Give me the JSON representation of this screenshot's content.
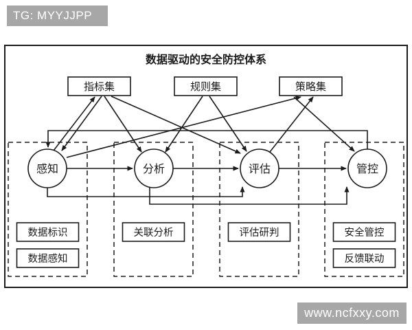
{
  "colors": {
    "ink": "#1a1a1a",
    "badge_bg": "#a7a7a7",
    "badge_text": "#ffffff",
    "paper": "#ffffff"
  },
  "watermark_top": {
    "text": "TG: MYYJJPP"
  },
  "watermark_bottom": {
    "text": "www.ncfxxy.com"
  },
  "diagram": {
    "title": "数据驱动的安全防控体系",
    "sets": [
      {
        "label": "指标集"
      },
      {
        "label": "规则集"
      },
      {
        "label": "策略集"
      }
    ],
    "stages": [
      {
        "label": "感知"
      },
      {
        "label": "分析"
      },
      {
        "label": "评估"
      },
      {
        "label": "管控"
      }
    ],
    "capabilities": [
      {
        "items": [
          {
            "label": "数据标识"
          },
          {
            "label": "数据感知"
          }
        ]
      },
      {
        "items": [
          {
            "label": "关联分析"
          }
        ]
      },
      {
        "items": [
          {
            "label": "评估研判"
          }
        ]
      },
      {
        "items": [
          {
            "label": "安全管控"
          },
          {
            "label": "反馈联动"
          }
        ]
      }
    ]
  }
}
